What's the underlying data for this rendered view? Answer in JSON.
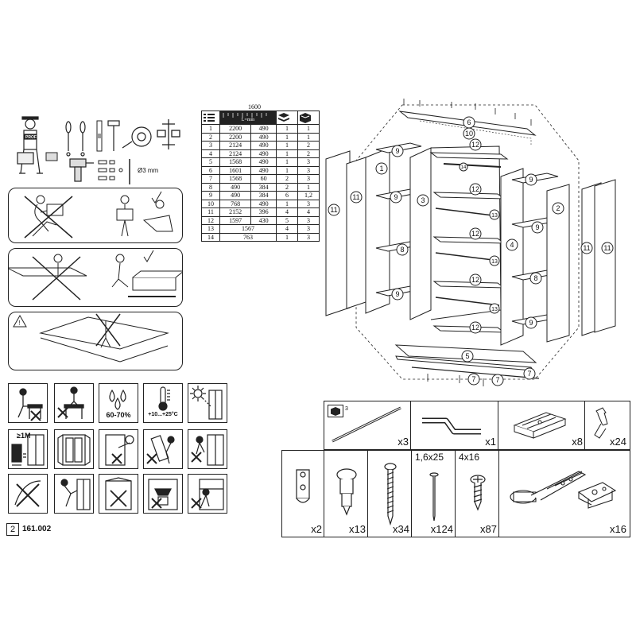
{
  "tools": {
    "drill_size": "Ø3 mm"
  },
  "conditions": {
    "humidity": "60-70%",
    "temperature": "+10...+25°C",
    "distance": "≥1M"
  },
  "parts_table": {
    "width_label": "1600",
    "header_length": "L=mm",
    "rows": [
      {
        "n": "1",
        "a": "2200",
        "b": "490",
        "c": "1",
        "d": "1"
      },
      {
        "n": "2",
        "a": "2200",
        "b": "490",
        "c": "1",
        "d": "1"
      },
      {
        "n": "3",
        "a": "2124",
        "b": "490",
        "c": "1",
        "d": "2"
      },
      {
        "n": "4",
        "a": "2124",
        "b": "490",
        "c": "1",
        "d": "2"
      },
      {
        "n": "5",
        "a": "1568",
        "b": "490",
        "c": "1",
        "d": "3"
      },
      {
        "n": "6",
        "a": "1601",
        "b": "490",
        "c": "1",
        "d": "3"
      },
      {
        "n": "7",
        "a": "1568",
        "b": "60",
        "c": "2",
        "d": "3"
      },
      {
        "n": "8",
        "a": "490",
        "b": "384",
        "c": "2",
        "d": "1"
      },
      {
        "n": "9",
        "a": "490",
        "b": "384",
        "c": "6",
        "d": "1,2"
      },
      {
        "n": "10",
        "a": "768",
        "b": "490",
        "c": "1",
        "d": "3"
      },
      {
        "n": "11",
        "a": "2152",
        "b": "396",
        "c": "4",
        "d": "4"
      },
      {
        "n": "12",
        "a": "1597",
        "b": "430",
        "c": "5",
        "d": "3"
      },
      {
        "n": "13",
        "a": "1567",
        "b": "",
        "c": "4",
        "d": "3"
      },
      {
        "n": "14",
        "a": "763",
        "b": "",
        "c": "1",
        "d": "3"
      }
    ]
  },
  "diagram_labels": {
    "l1": "1",
    "l2": "2",
    "l3": "3",
    "l4": "4",
    "l5": "5",
    "l6": "6",
    "l7a": "7",
    "l7b": "7",
    "l7c": "7",
    "l8a": "8",
    "l8b": "8",
    "l9a": "9",
    "l9b": "9",
    "l9c": "9",
    "l9d": "9",
    "l9e": "9",
    "l9f": "9",
    "l10": "10",
    "l11a": "11",
    "l11b": "11",
    "l11c": "11",
    "l11d": "11",
    "l12a": "12",
    "l12b": "12",
    "l12c": "12",
    "l12d": "12",
    "l12e": "12",
    "l13a": "13",
    "l13b": "13",
    "l13c": "13",
    "l14": "14"
  },
  "hardware": {
    "rail_box": "3",
    "rail_count": "x3",
    "key_count": "x1",
    "clip_count": "x8",
    "pin_count": "x24",
    "bracket_count": "x2",
    "cam_count": "x13",
    "screw_long_count": "x34",
    "nail_size": "1,6x25",
    "nail_count": "x124",
    "screw_size": "4x16",
    "screw_count": "x87",
    "hinge_count": "x16"
  },
  "footer": {
    "page": "2",
    "code": "161.002"
  }
}
